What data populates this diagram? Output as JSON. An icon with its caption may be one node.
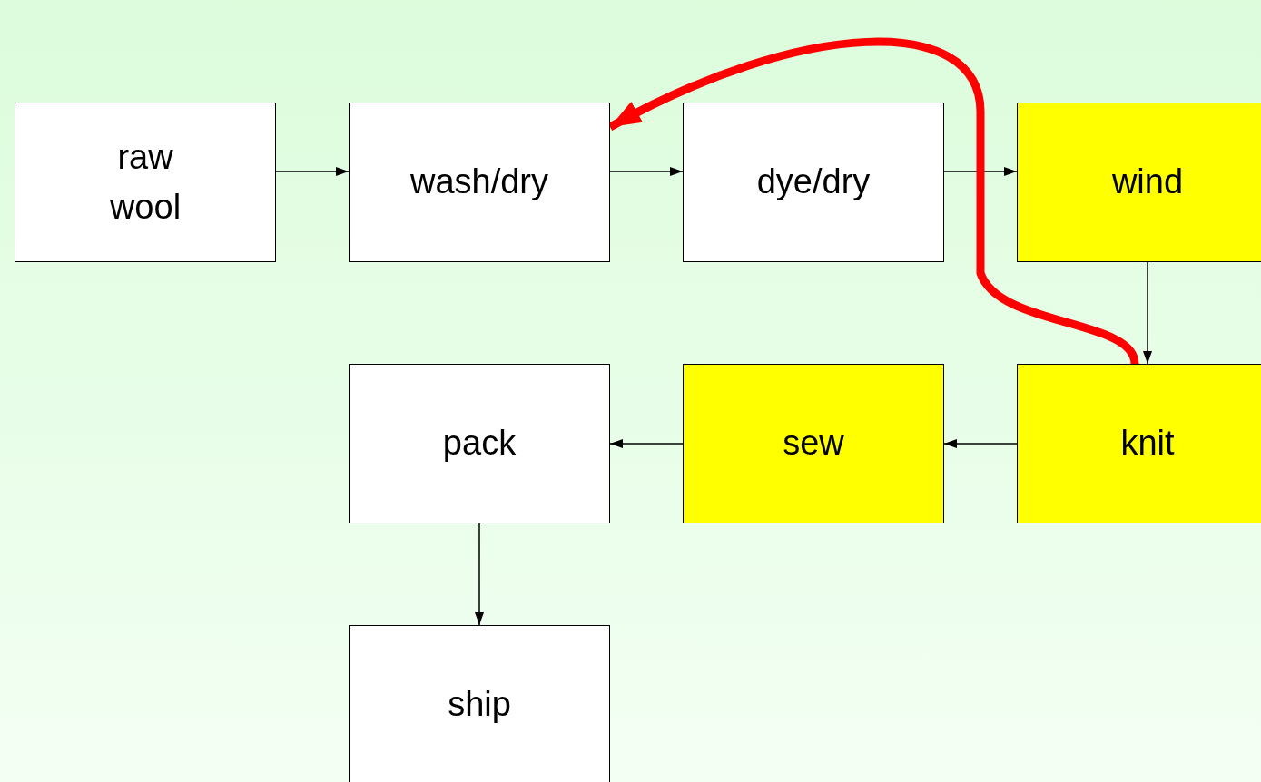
{
  "diagram": {
    "nodes": [
      {
        "text": [
          "raw wool"
        ]
      },
      {
        "text": [
          "wash/dry"
        ]
      },
      {
        "text": [
          "dye/dry"
        ]
      },
      {
        "text": [
          "wind"
        ]
      },
      {
        "text": [
          "pack"
        ]
      },
      {
        "text": [
          "sew"
        ]
      },
      {
        "text": [
          "knit"
        ]
      },
      {
        "text": [
          "ship"
        ]
      }
    ],
    "edges": [
      {
        "from": 0,
        "to": 1,
        "arrow": "to"
      },
      {
        "from": 1,
        "to": 2,
        "arrow": "to"
      },
      {
        "from": 2,
        "to": 3,
        "arrow": "to"
      },
      {
        "from": 3,
        "to": 6,
        "arrow": "to"
      },
      {
        "from": 6,
        "to": 5,
        "arrow": "to"
      },
      {
        "from": 5,
        "to": 4,
        "arrow": "to"
      },
      {
        "from": 4,
        "to": 7,
        "arrow": "to"
      },
      {
        "from": 6,
        "to": 1,
        "arrow": "to",
        "style": "thick",
        "color": "#ff0000"
      }
    ]
  }
}
